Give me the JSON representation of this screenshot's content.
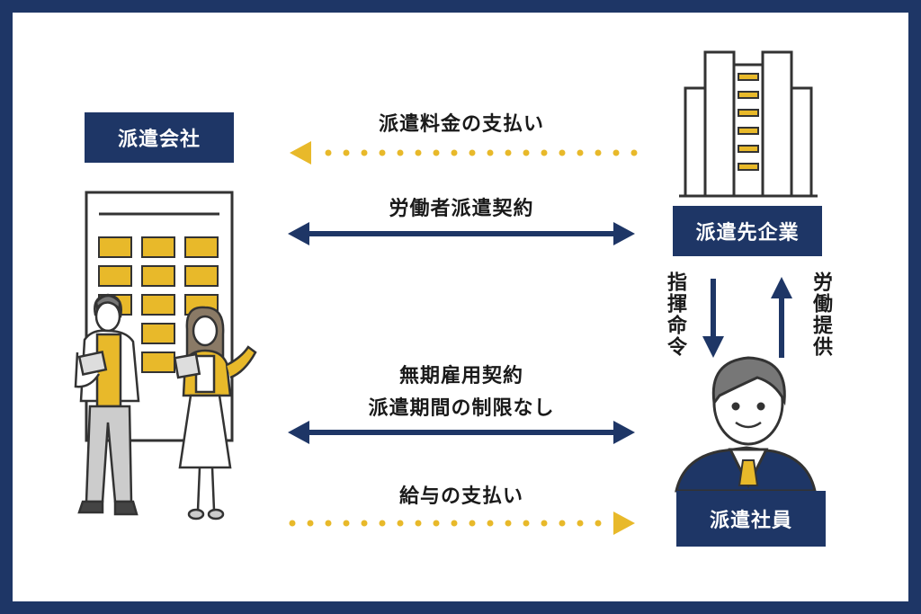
{
  "labels": {
    "dispatch_company": "派遣会社",
    "client_company": "派遣先企業",
    "dispatched_employee": "派遣社員"
  },
  "flows": {
    "dispatch_fee": "派遣料金の支払い",
    "worker_dispatch_contract": "労働者派遣契約",
    "indefinite_employment": "無期雇用契約",
    "no_period_limit": "派遣期間の制限なし",
    "salary_payment": "給与の支払い",
    "instructions": "指揮命令",
    "labor_provision": "労働提供"
  },
  "colors": {
    "navy": "#1e3666",
    "accent_yellow": "#e8b92a",
    "outline": "#333333",
    "background": "#ffffff"
  }
}
